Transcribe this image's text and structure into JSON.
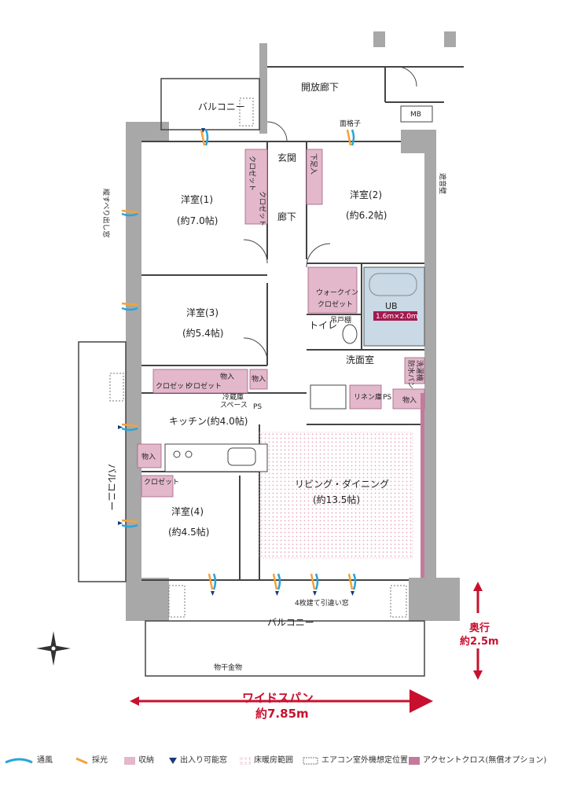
{
  "rooms": {
    "open_corridor": "開放廊下",
    "balcony_top": "バルコニー",
    "balcony_left": "バルコニー",
    "balcony_bottom": "バルコニー",
    "entrance": "玄関",
    "hallway": "廊下",
    "shoe_storage": "下足入",
    "western1_name": "洋室(1)",
    "western1_size": "(約7.0帖)",
    "western2_name": "洋室(2)",
    "western2_size": "(約6.2帖)",
    "western3_name": "洋室(3)",
    "western3_size": "(約5.4帖)",
    "western4_name": "洋室(4)",
    "western4_size": "(約4.5帖)",
    "kitchen": "キッチン(約4.0帖)",
    "living_name": "リビング・ダイニング",
    "living_size": "(約13.5帖)",
    "walkin_1": "ウォークイン",
    "walkin_2": "クロゼット",
    "ub": "UB",
    "ub_size": "1.6m×2.0m",
    "toilet": "トイレ",
    "cabinet": "吊戸棚",
    "washroom": "洗面室",
    "linen": "リネン庫",
    "ps": "PS",
    "mb": "MB",
    "lattice": "面格子",
    "soundwall": "遮音壁",
    "window_slide": "4枚建て引違い窓",
    "drying_rack": "物干金物",
    "vertical_slide": "縦すべり出し窓",
    "fridge_1": "冷蔵庫",
    "fridge_2": "スペース",
    "storage": "物入",
    "closet": "クロゼット",
    "waterproof_1": "防水パン",
    "laundry": "洗濯機"
  },
  "dimensions": {
    "wide_span_title": "ワイドスパン",
    "wide_span_value": "約7.85m",
    "depth_title": "奥行",
    "depth_value": "約2.5m"
  },
  "legend": [
    {
      "label": "通風",
      "icon": "ventilation-icon"
    },
    {
      "label": "採光",
      "icon": "daylight-icon"
    },
    {
      "label": "収納",
      "icon": "storage-icon"
    },
    {
      "label": "出入り可能窓",
      "icon": "door-window-icon"
    },
    {
      "label": "床暖房範囲",
      "icon": "floor-heating-icon"
    },
    {
      "label": "エアコン室外機想定位置",
      "icon": "ac-unit-icon"
    },
    {
      "label": "アクセントクロス(無償オプション)",
      "icon": "accent-cloth-icon"
    }
  ],
  "colors": {
    "wall": "#a8a8a8",
    "storage": "#e3b8cb",
    "accent": "#c47a9d",
    "ub_fill": "#c9d9e6",
    "ub_label": "#a3194e",
    "arrow_red": "#c8102e",
    "wind": "#2aa4d8",
    "light": "#f2a33a",
    "door_mark": "#1a3a7a",
    "heating_dot": "#e8a9bd"
  }
}
